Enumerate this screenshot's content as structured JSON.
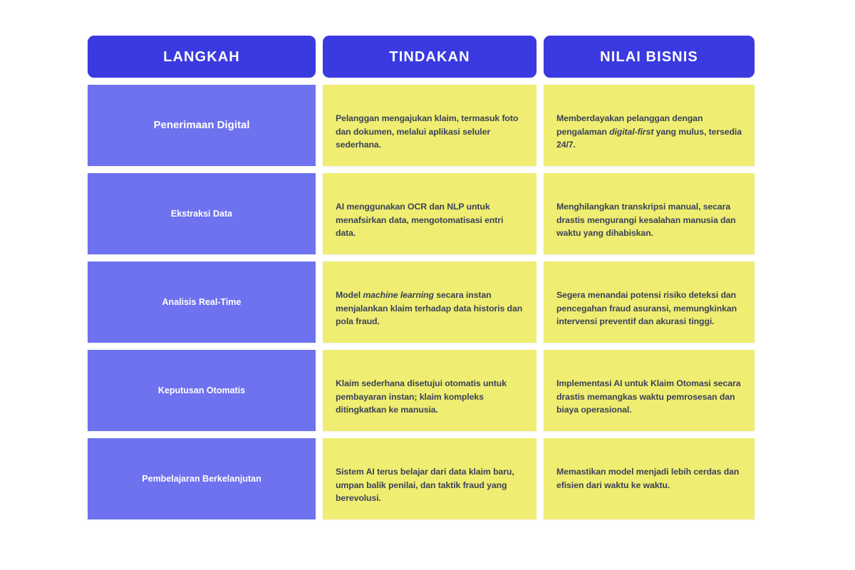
{
  "palette": {
    "page_background": "#FFFFFF",
    "header_blue": "#3A3AE0",
    "step_purple": "#6E72EE",
    "value_yellow": "#EFEE72",
    "body_text": "#3C4256",
    "header_text": "#FFFFFF"
  },
  "table": {
    "headers": [
      {
        "label": "LANGKAH"
      },
      {
        "label": "TINDAKAN"
      },
      {
        "label": "NILAI BISNIS"
      }
    ],
    "rows": [
      {
        "step": "Penerimaan Digital",
        "step_size": "lg",
        "action_html": "Pelanggan mengajukan klaim, termasuk foto dan dokumen, melalui aplikasi seluler sederhana.",
        "value_html": "Memberdayakan pelanggan dengan pengalaman <em>digital-first</em> yang mulus, tersedia 24/7."
      },
      {
        "step": "Ekstraksi Data",
        "step_size": "sm",
        "action_html": "AI menggunakan OCR dan NLP untuk menafsirkan data, mengotomatisasi entri data.",
        "value_html": "Menghilangkan transkripsi manual, secara drastis mengurangi kesalahan manusia dan waktu yang dihabiskan."
      },
      {
        "step": "Analisis Real-Time",
        "step_size": "sm",
        "action_html": "Model <em>machine learning</em> secara instan menjalankan klaim terhadap data historis dan pola fraud.",
        "value_html": "Segera menandai potensi risiko deteksi dan pencegahan fraud asuransi, memungkinkan intervensi preventif dan akurasi tinggi."
      },
      {
        "step": "Keputusan Otomatis",
        "step_size": "sm",
        "action_html": "Klaim sederhana disetujui otomatis untuk pembayaran instan; klaim kompleks ditingkatkan ke manusia.",
        "value_html": "Implementasi AI untuk Klaim Otomasi secara drastis memangkas waktu pemrosesan dan biaya operasional."
      },
      {
        "step": "Pembelajaran Berkelanjutan",
        "step_size": "sm",
        "action_html": "Sistem AI terus belajar dari data klaim baru, umpan balik penilai, dan taktik fraud yang berevolusi.",
        "value_html": "Memastikan model menjadi lebih cerdas dan efisien dari waktu ke waktu."
      }
    ]
  }
}
